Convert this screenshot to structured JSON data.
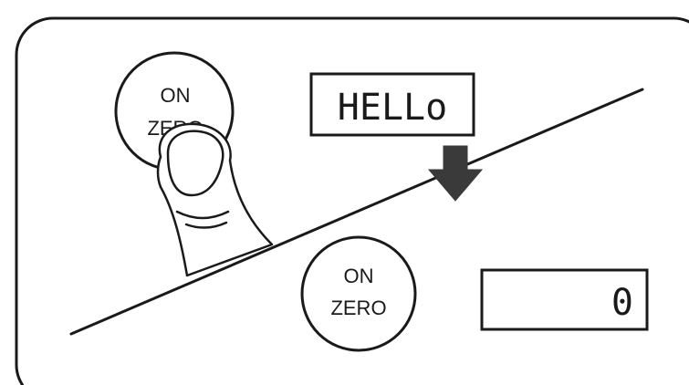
{
  "step_before": {
    "button": {
      "line1": "ON",
      "line2": "ZERO"
    },
    "display": {
      "text": "HELLo"
    }
  },
  "step_after": {
    "button": {
      "line1": "ON",
      "line2": "ZERO"
    },
    "display": {
      "text": "0"
    }
  },
  "colors": {
    "ink": "#1a1a1a",
    "paper": "#ffffff",
    "arrow": "#3a3a3a"
  },
  "icons": {
    "finger": "finger-press-icon",
    "arrow": "arrow-down-icon"
  }
}
